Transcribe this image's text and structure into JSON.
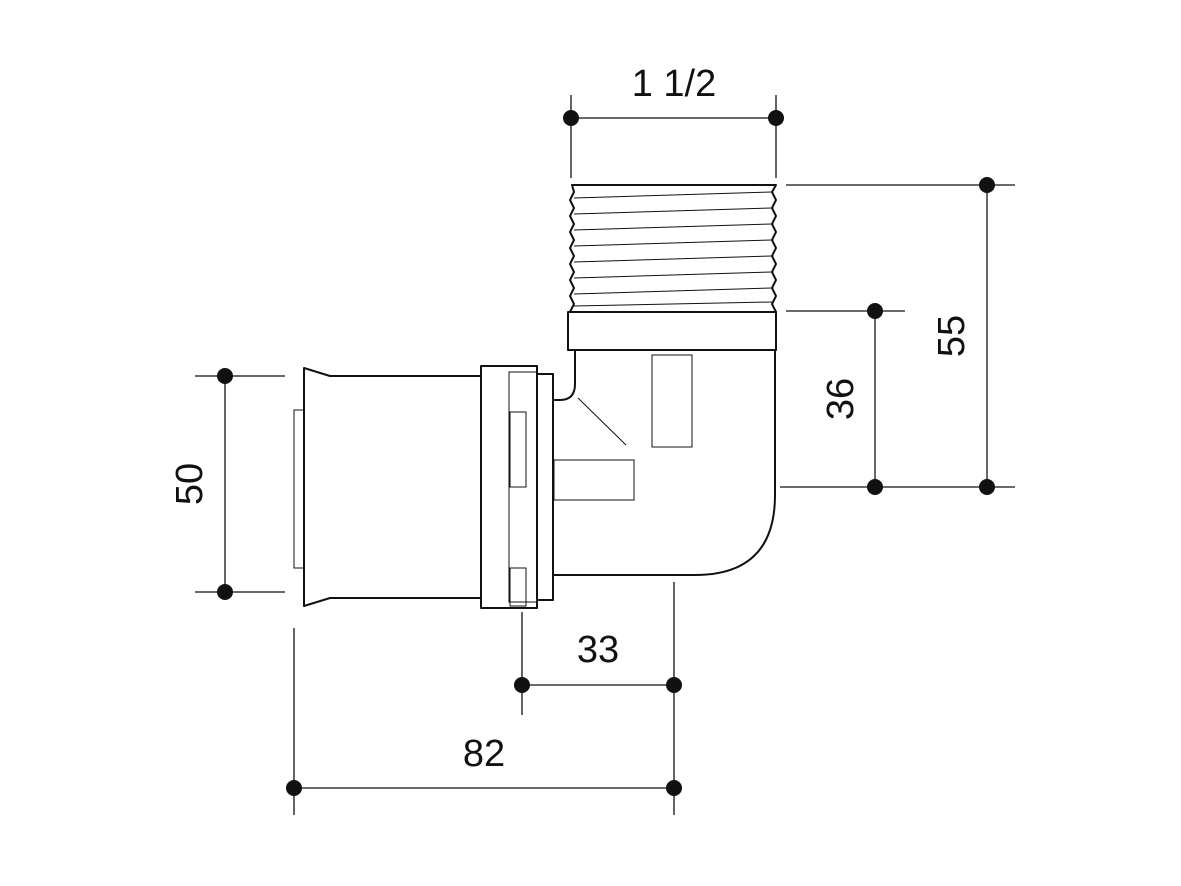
{
  "dimensions": {
    "thread_size": "1 1/2",
    "thread_height": "55",
    "thread_offset": "36",
    "pipe_diameter": "50",
    "body_length": "33",
    "total_length": "82"
  },
  "colors": {
    "line": "#111111",
    "background": "#ffffff"
  }
}
